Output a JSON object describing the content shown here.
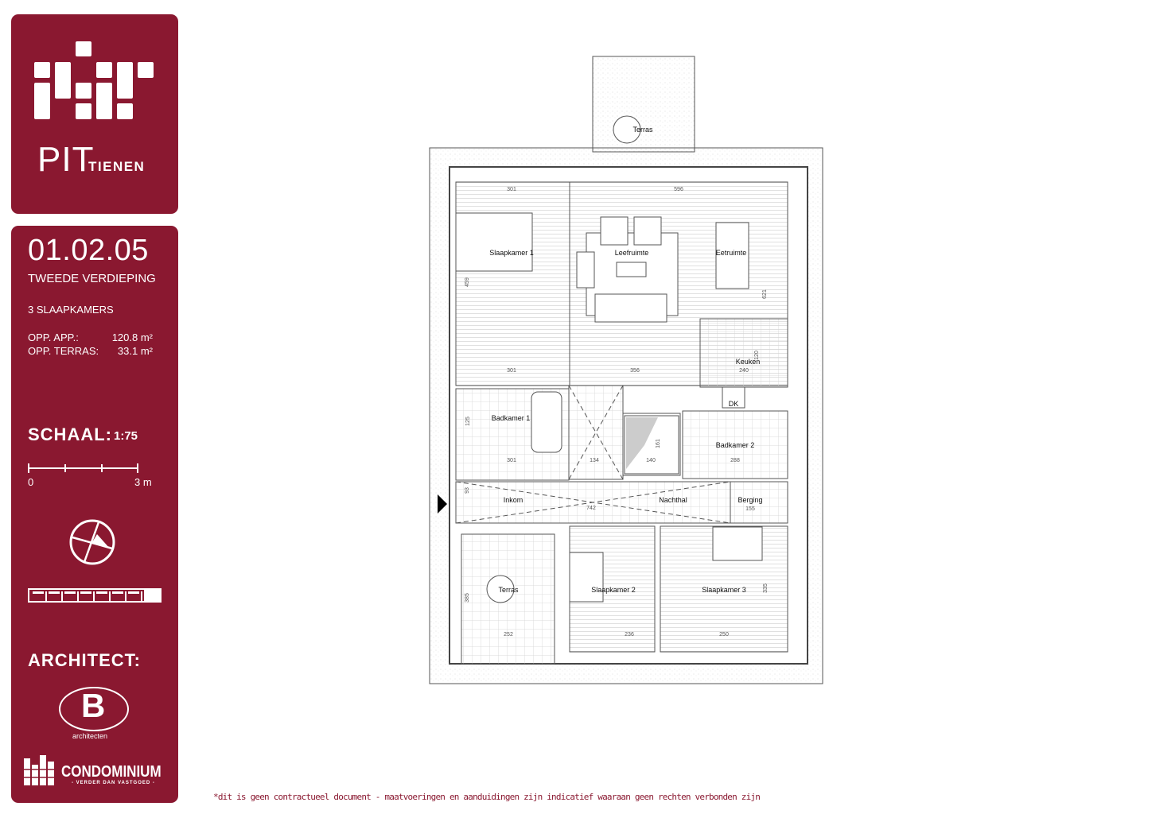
{
  "brand": {
    "logo_text": "PIT",
    "logo_subtext": "TIENEN",
    "color": "#8a1830"
  },
  "unit": {
    "number": "01.02.05",
    "floor": "TWEEDE VERDIEPING",
    "bedrooms": "3 SLAAPKAMERS",
    "area_app_label": "OPP. APP.:",
    "area_app_value": "120.8  m²",
    "area_terras_label": "OPP. TERRAS:",
    "area_terras_value": "33.1  m²"
  },
  "scale": {
    "label": "SCHAAL:",
    "value": "1:75",
    "bar_start": "0",
    "bar_end": "3 m"
  },
  "icons": {
    "compass": "compass-icon",
    "building": "building-elevation-icon"
  },
  "architect": {
    "label": "ARCHITECT:",
    "logo_letter": "B",
    "logo_subtext": "architecten"
  },
  "developer": {
    "name": "CONDOMINIUM",
    "tagline": "- VERDER DAN VASTGOED -"
  },
  "plan": {
    "rooms": {
      "terras_top": "Terras",
      "slaapkamer1": "Slaapkamer 1",
      "leefruimte": "Leefruimte",
      "eetruimte": "Eetruimte",
      "keuken": "Keuken",
      "badkamer1": "Badkamer 1",
      "badkamer2": "Badkamer 2",
      "inkom": "Inkom",
      "nachthal": "Nachthal",
      "berging": "Berging",
      "terras_bottom": "Terras",
      "slaapkamer2": "Slaapkamer 2",
      "slaapkamer3": "Slaapkamer 3",
      "dk": "DK"
    },
    "dims": [
      "301",
      "596",
      "301",
      "356",
      "240",
      "120",
      "621",
      "459",
      "125",
      "301",
      "134",
      "140",
      "161",
      "288",
      "742",
      "155",
      "93",
      "385",
      "252",
      "236",
      "250",
      "335"
    ]
  },
  "disclaimer": "*dit is geen contractueel document - maatvoeringen en aanduidingen zijn indicatief waaraan geen rechten verbonden zijn"
}
